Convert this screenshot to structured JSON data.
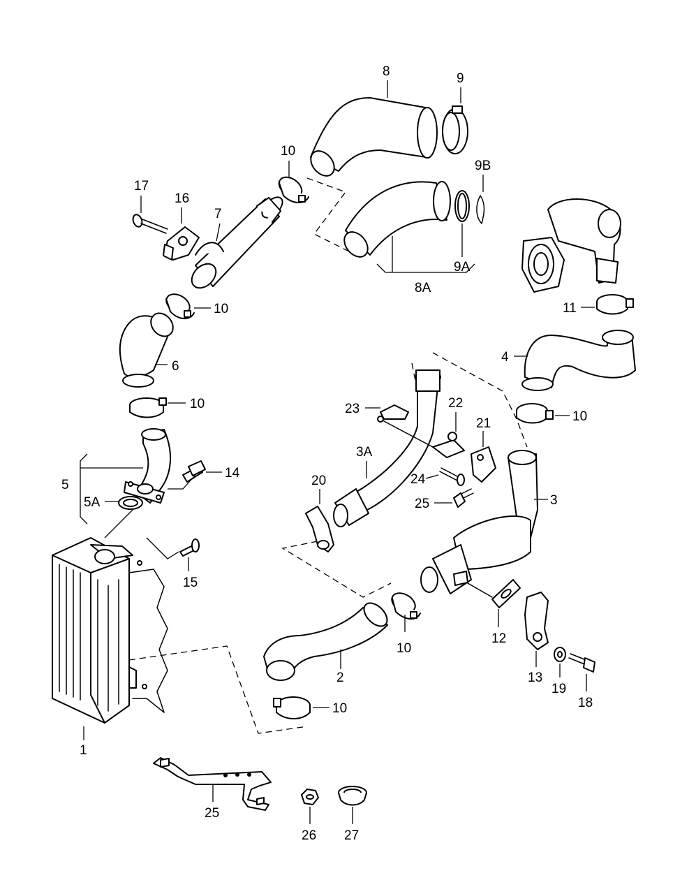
{
  "diagram": {
    "background": "#ffffff",
    "line_color": "#000000",
    "callouts": {
      "c1": "1",
      "c2": "2",
      "c3": "3",
      "c3A": "3A",
      "c4": "4",
      "c5": "5",
      "c5A": "5A",
      "c6": "6",
      "c7": "7",
      "c8": "8",
      "c8A": "8A",
      "c9": "9",
      "c9A": "9A",
      "c9B": "9B",
      "c10a": "10",
      "c10b": "10",
      "c10c": "10",
      "c10d": "10",
      "c10e": "10",
      "c10f": "10",
      "c11": "11",
      "c12": "12",
      "c13": "13",
      "c14": "14",
      "c15": "15",
      "c16": "16",
      "c17": "17",
      "c18": "18",
      "c19": "19",
      "c20": "20",
      "c21": "21",
      "c22": "22",
      "c23": "23",
      "c24": "24",
      "c25a": "25",
      "c25b": "25",
      "c26": "26",
      "c27": "27"
    },
    "hoses": [
      {
        "id": "hose-8",
        "callout": "8"
      },
      {
        "id": "hose-8a",
        "callout": "8A"
      },
      {
        "id": "hose-6",
        "callout": "6"
      },
      {
        "id": "hose-4",
        "callout": "4"
      },
      {
        "id": "hose-2",
        "callout": "2"
      }
    ]
  }
}
